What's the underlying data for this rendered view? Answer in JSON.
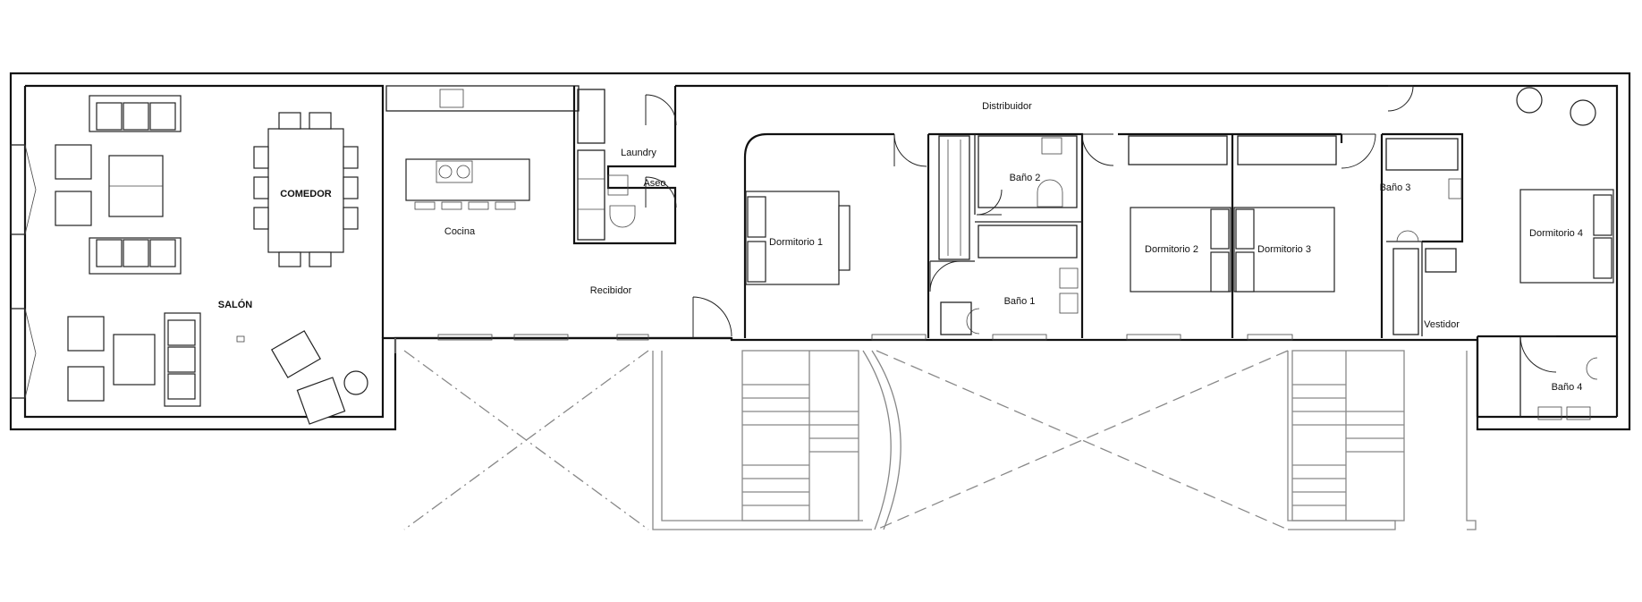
{
  "rooms": {
    "salon": "SALÓN",
    "comedor": "COMEDOR",
    "cocina": "Cocina",
    "laundry": "Laundry",
    "aseo": "Aseo",
    "recibidor": "Recibidor",
    "distribuidor": "Distribuidor",
    "dormitorio_1": "Dormitorio 1",
    "bano_2": "Baño 2",
    "bano_1": "Baño 1",
    "dormitorio_2": "Dormitorio 2",
    "dormitorio_3": "Dormitorio 3",
    "bano_3": "Baño 3",
    "vestidor": "Vestidor",
    "dormitorio_4": "Dormitorio 4",
    "bano_4": "Baño 4"
  }
}
